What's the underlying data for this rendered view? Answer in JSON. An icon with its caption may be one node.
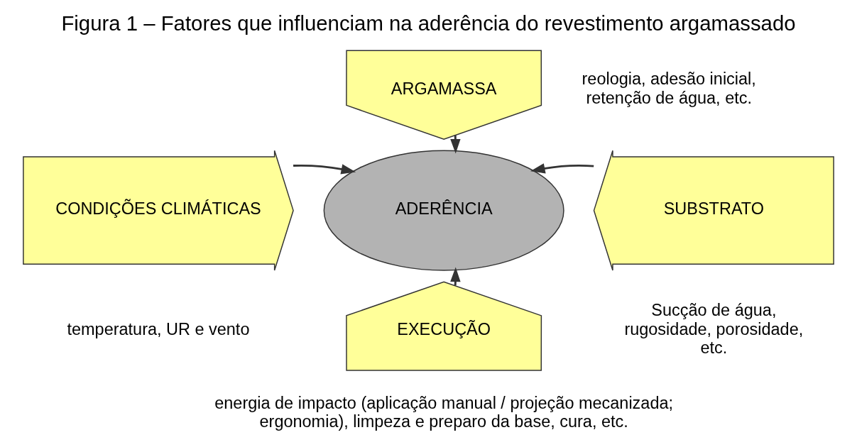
{
  "diagram": {
    "title": "Figura 1 – Fatores que influenciam na aderência do revestimento argamassado",
    "nodes": [
      {
        "text": [
          "ARGAMASSA"
        ],
        "beside": [
          "reologia, adesão inicial, retenção de água, etc."
        ]
      },
      {
        "text": [
          "CONDIÇÕES CLIMÁTICAS"
        ],
        "beside": [
          "temperatura, UR e vento"
        ]
      },
      {
        "text": [
          "ADERÊNCIA"
        ]
      },
      {
        "text": [
          "SUBSTRATO"
        ],
        "beside": [
          "Sucção de água, rugosidade, porosidade, etc."
        ]
      },
      {
        "text": [
          "EXECUÇÃO"
        ],
        "beside": [
          "energia de impacto (aplicação manual / projeção mecanizada; ergonomia), limpeza e preparo da base, cura, etc."
        ]
      }
    ],
    "edges": [
      {
        "from": 0,
        "to": 2,
        "arrow": "to"
      },
      {
        "from": 1,
        "to": 2,
        "arrow": "to"
      },
      {
        "from": 3,
        "to": 2,
        "arrow": "to"
      },
      {
        "from": 4,
        "to": 2,
        "arrow": "to"
      }
    ]
  }
}
